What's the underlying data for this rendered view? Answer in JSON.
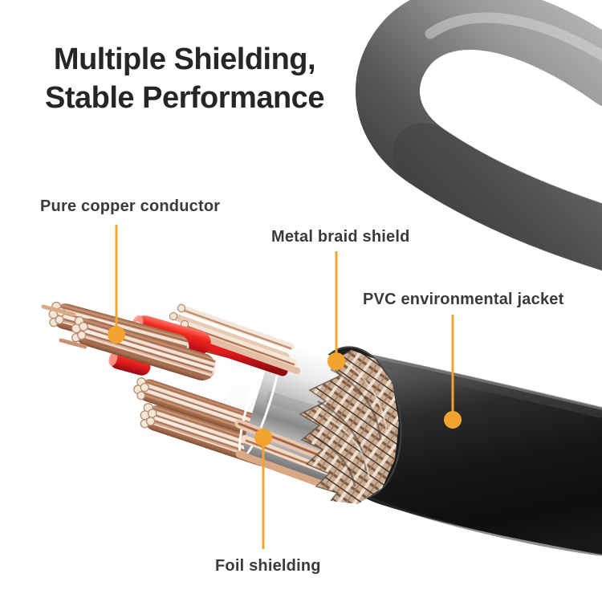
{
  "title": {
    "line1": "Multiple Shielding,",
    "line2": "Stable Performance"
  },
  "callouts": [
    {
      "id": "pure-copper-conductor",
      "label": "Pure copper conductor"
    },
    {
      "id": "metal-braid-shield",
      "label": "Metal braid shield"
    },
    {
      "id": "pvc-environmental-jacket",
      "label": "PVC environmental jacket"
    },
    {
      "id": "foil-shielding",
      "label": "Foil shielding"
    }
  ],
  "style": {
    "background": "#ffffff",
    "accent_orange": "#F3A42F",
    "title_color": "#262626",
    "label_color": "#3a3a3a",
    "jacket_black": "#1c1c1c",
    "braid_tan": "#c9ad97",
    "foil_silver": "#c9c9c9",
    "insulation_white": "#ffffff",
    "copper": "#c08a68",
    "red_wire": "#e8211f"
  }
}
